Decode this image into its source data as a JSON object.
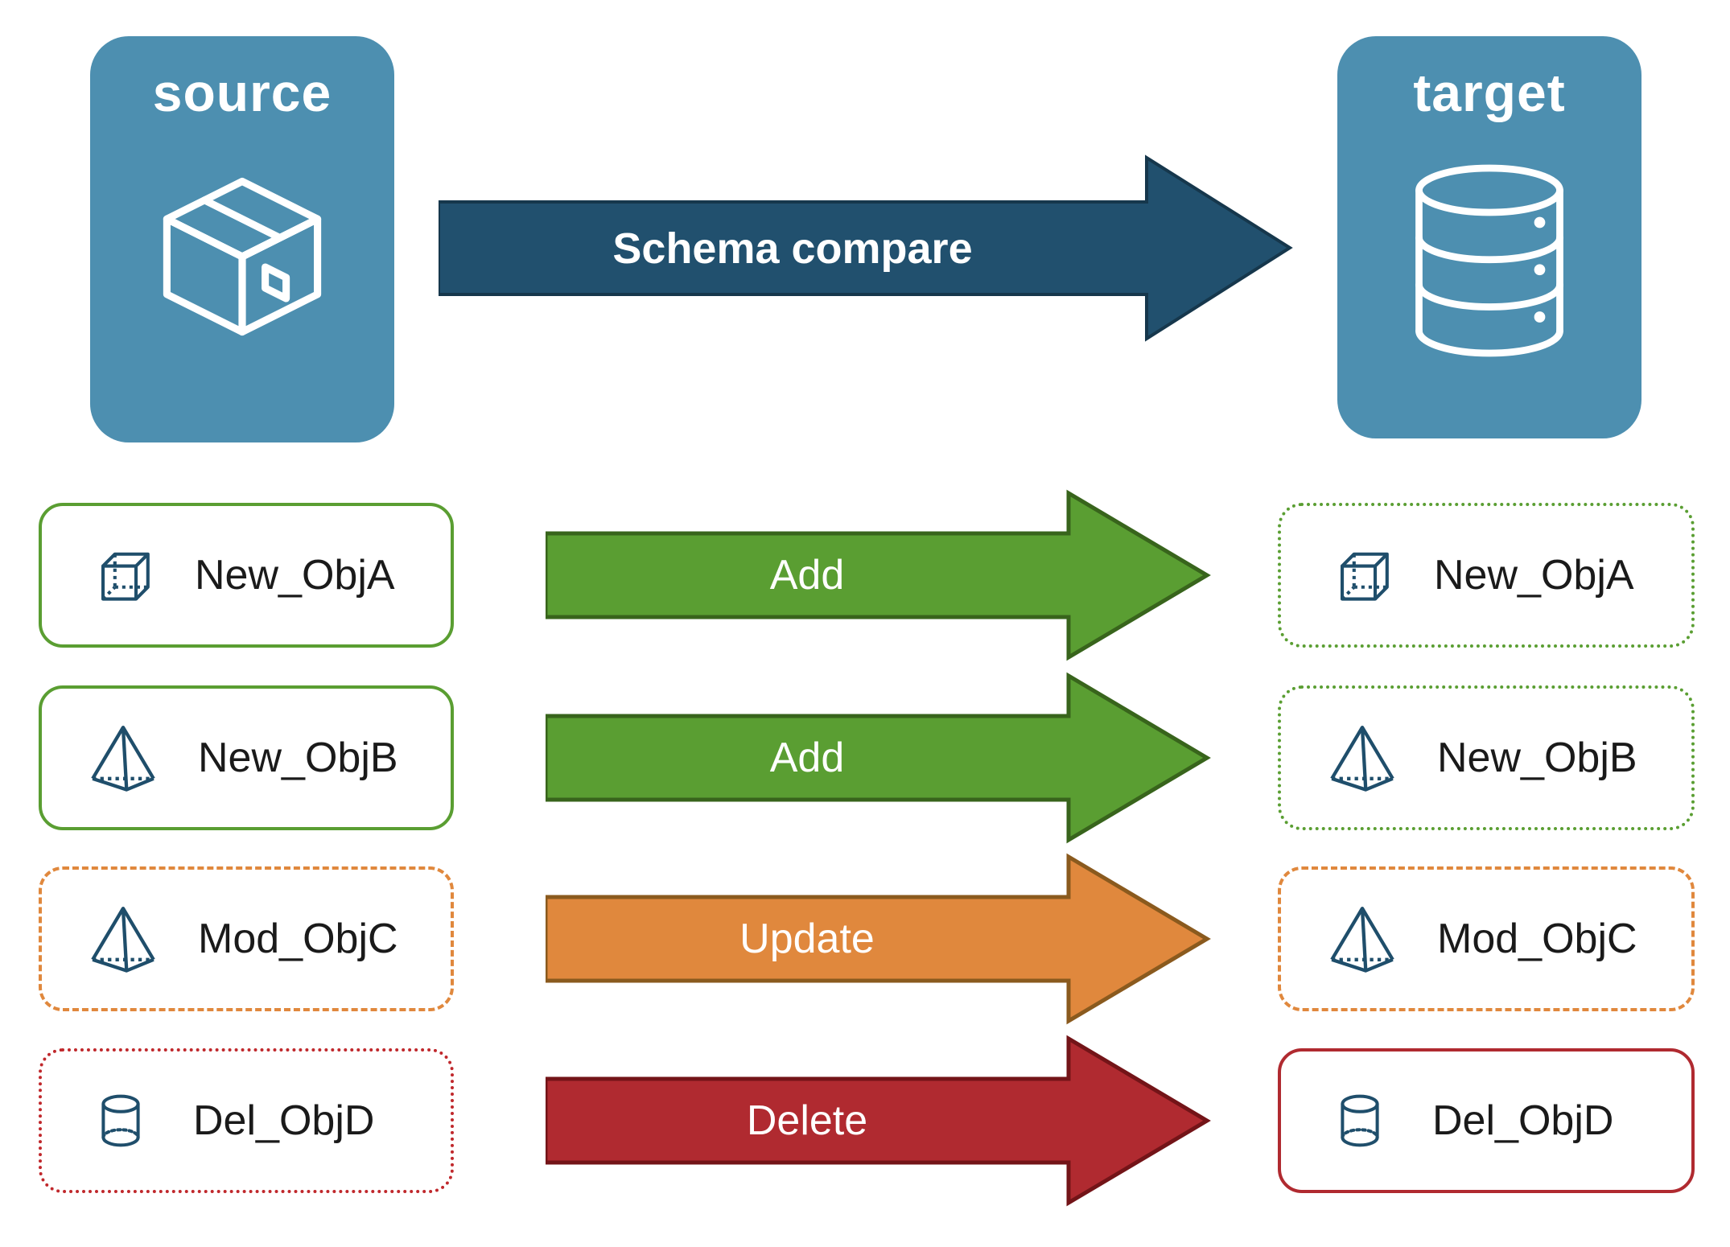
{
  "source": {
    "label": "source"
  },
  "target": {
    "label": "target"
  },
  "compare_arrow": {
    "label": "Schema compare"
  },
  "rows": [
    {
      "label": "New_ObjA",
      "action": "Add",
      "icon": "cube-icon",
      "left_border": "solid-green",
      "right_border": "dotted-green"
    },
    {
      "label": "New_ObjB",
      "action": "Add",
      "icon": "pyramid-icon",
      "left_border": "solid-green",
      "right_border": "dotted-green"
    },
    {
      "label": "Mod_ObjC",
      "action": "Update",
      "icon": "pyramid-icon",
      "left_border": "dashed-orange",
      "right_border": "dashed-orange"
    },
    {
      "label": "Del_ObjD",
      "action": "Delete",
      "icon": "cylinder-icon",
      "left_border": "dotted-red",
      "right_border": "solid-red"
    }
  ],
  "colors": {
    "panel_blue": "#4d8fb0",
    "compare_arrow_navy": "#21506e",
    "add_green": "#5a9e32",
    "add_green_border": "#38641c",
    "update_orange": "#e0883d",
    "update_orange_border": "#8a5a1e",
    "delete_red": "#b02a30",
    "delete_red_border": "#731418",
    "icon_navy": "#1f4e6b"
  }
}
